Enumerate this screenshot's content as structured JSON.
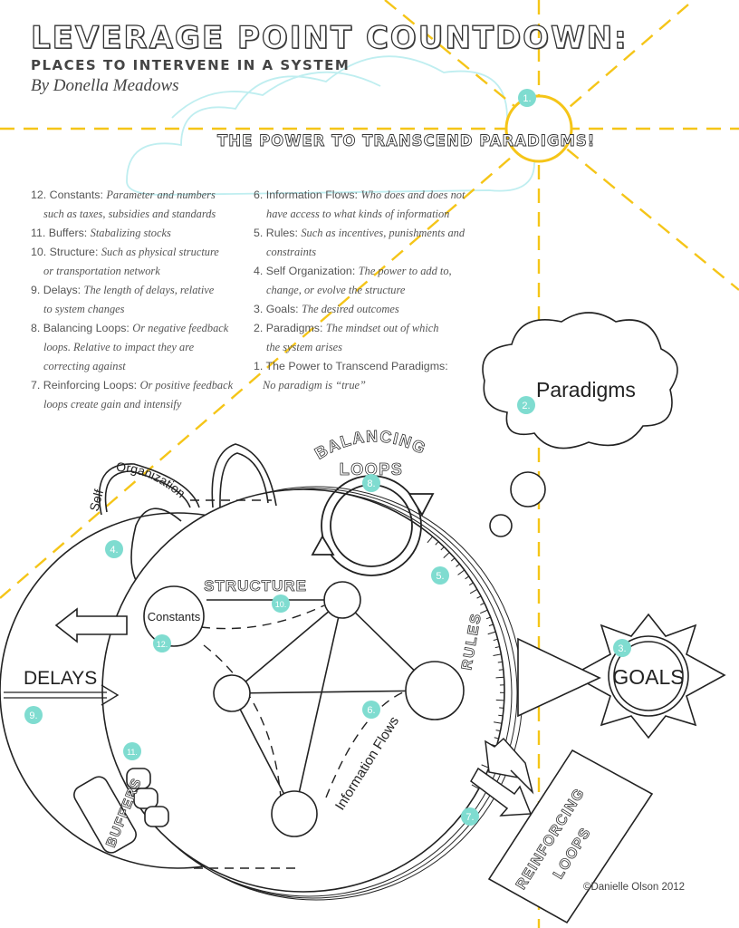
{
  "header": {
    "title": "LEVERAGE POINT COUNTDOWN:",
    "subtitle": "PLACES TO INTERVENE IN A SYSTEM",
    "author": "By Donella Meadows"
  },
  "banner": "THE POWER TO TRANSCEND PARADIGMS!",
  "leverage_points_left": [
    {
      "name": "12. Constants:",
      "desc": "Parameter and numbers",
      "cont": "such as taxes, subsidies and standards"
    },
    {
      "name": "11. Buffers:",
      "desc": "Stabalizing stocks",
      "cont": ""
    },
    {
      "name": "10. Structure:",
      "desc": "Such as physical structure",
      "cont": "or transportation network"
    },
    {
      "name": "9. Delays:",
      "desc": "The length of delays, relative",
      "cont": "to system changes"
    },
    {
      "name": "8. Balancing Loops:",
      "desc": "Or negative feedback",
      "cont": "loops. Relative to impact they are",
      "cont2": "correcting against"
    },
    {
      "name": "7. Reinforcing Loops:",
      "desc": "Or positive feedback",
      "cont": "loops create gain and intensify"
    }
  ],
  "leverage_points_right": [
    {
      "name": "6. Information Flows:",
      "desc": "Who does and does not",
      "cont": "have access to what kinds of information"
    },
    {
      "name": "5. Rules:",
      "desc": "Such as incentives, punishments and",
      "cont": "constraints"
    },
    {
      "name": "4. Self Organization:",
      "desc": "The power to add to,",
      "cont": "change, or evolve the structure"
    },
    {
      "name": "3. Goals:",
      "desc": "The desired outcomes",
      "cont": ""
    },
    {
      "name": "2. Paradigms:",
      "desc": "The mindset out of which",
      "cont": "the system arises"
    },
    {
      "name": "1. The Power to Transcend Paradigms:",
      "desc": "",
      "cont": "No paradigm is “true”"
    }
  ],
  "diagram": {
    "paradigms": "Paradigms",
    "goals": "GOALS",
    "balancing_loops": "BALANCING LOOPS",
    "balancing_1": "BALANCING",
    "balancing_2": "LOOPS",
    "reinforcing_1": "REINFORCING",
    "reinforcing_2": "LOOPS",
    "structure": "STRUCTURE",
    "constants": "Constants",
    "delays": "DELAYS",
    "rules": "RULES",
    "information_flows": "Information Flows",
    "buffers": "BUFFERS",
    "self": "Self",
    "organization": "Organization",
    "markers": [
      "1.",
      "2.",
      "3.",
      "4.",
      "5.",
      "6.",
      "7.",
      "8.",
      "9.",
      "10.",
      "11.",
      "12."
    ]
  },
  "credit": "©Danielle Olson 2012",
  "colors": {
    "accent_yellow": "#f5c518",
    "marker_teal": "#7fdcd0",
    "cloud_cyan": "#bfeef0",
    "ink": "#222222"
  }
}
